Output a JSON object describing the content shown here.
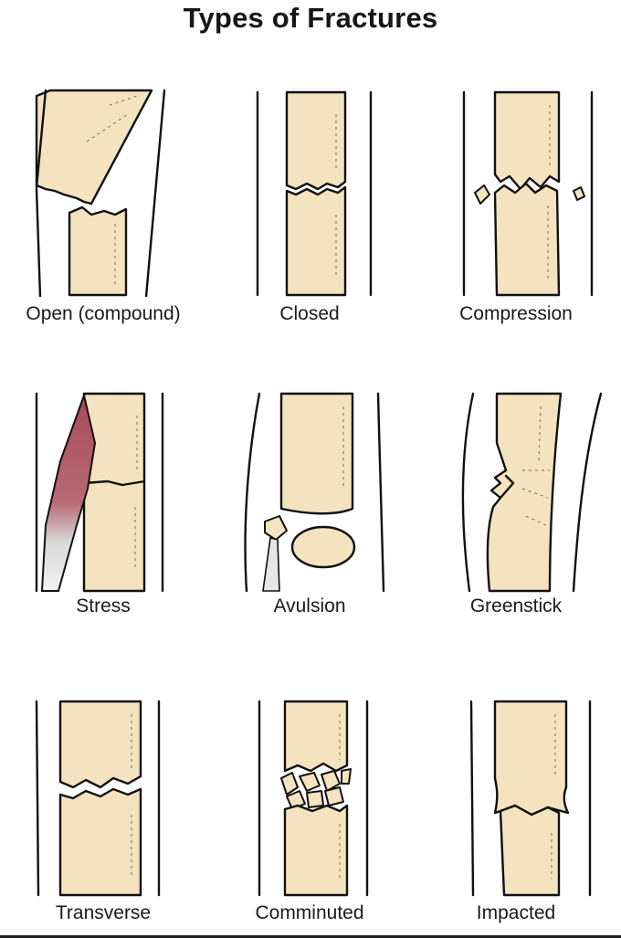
{
  "title": "Types of Fractures",
  "fractures": [
    {
      "id": "open",
      "label": "Open (compound)"
    },
    {
      "id": "closed",
      "label": "Closed"
    },
    {
      "id": "compression",
      "label": "Compression"
    },
    {
      "id": "stress",
      "label": "Stress"
    },
    {
      "id": "avulsion",
      "label": "Avulsion"
    },
    {
      "id": "greenstick",
      "label": "Greenstick"
    },
    {
      "id": "transverse",
      "label": "Transverse"
    },
    {
      "id": "comminuted",
      "label": "Comminuted"
    },
    {
      "id": "impacted",
      "label": "Impacted"
    }
  ],
  "colors": {
    "bone": "#f4e3bf",
    "outline": "#111111",
    "muscle": "#a84a5a",
    "tendon": "#d8d8d8"
  }
}
